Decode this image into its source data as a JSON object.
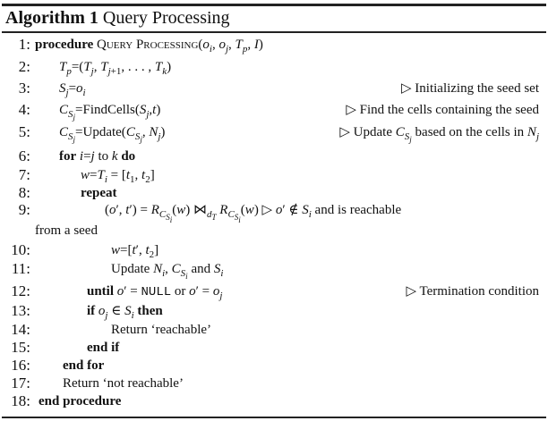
{
  "caption": {
    "label": "Algorithm 1",
    "title": "Query Processing"
  },
  "lines": [
    {
      "num": "1:",
      "kw": "procedure",
      "name": "Query Processing",
      "args": "(oi, oj, Tp, I)"
    },
    {
      "num": "2:",
      "text": "Tp=(Tj, Tj+1, . . . , Tk)"
    },
    {
      "num": "3:",
      "text": "Sj=oi",
      "comment": "▷ Initializing the seed set"
    },
    {
      "num": "4:",
      "text": "CSj=FindCells(Sj,t)",
      "comment": "▷ Find the cells containing the seed"
    },
    {
      "num": "5:",
      "text": "CSj=Update(CSj, Nj)",
      "comment": "▷ Update CSj based on the cells in Nj"
    },
    {
      "num": "6:",
      "kw": "for",
      "text": "i=j to k",
      "kw2": "do"
    },
    {
      "num": "7:",
      "text": "w=Ti = [t1, t2]"
    },
    {
      "num": "8:",
      "kw": "repeat"
    },
    {
      "num": "9:",
      "text": "(o′, t′) = RCSi(w) ⋈dT RCSi(w) ▷ o′ ∉ Si and is reachable",
      "cont": "from a seed"
    },
    {
      "num": "10:",
      "text": "w=[t′, t2]"
    },
    {
      "num": "11:",
      "text": "Update Ni, CSi and Si"
    },
    {
      "num": "12:",
      "kw": "until",
      "text": "o′ = NULL or o′ = oj",
      "comment": "▷ Termination condition"
    },
    {
      "num": "13:",
      "kw": "if",
      "text": "oj ∈ Si",
      "kw2": "then"
    },
    {
      "num": "14:",
      "text": "Return ‘reachable’"
    },
    {
      "num": "15:",
      "kw": "end if"
    },
    {
      "num": "16:",
      "kw": "end for"
    },
    {
      "num": "17:",
      "text": "Return ‘not reachable’"
    },
    {
      "num": "18:",
      "kw": "end procedure"
    }
  ]
}
